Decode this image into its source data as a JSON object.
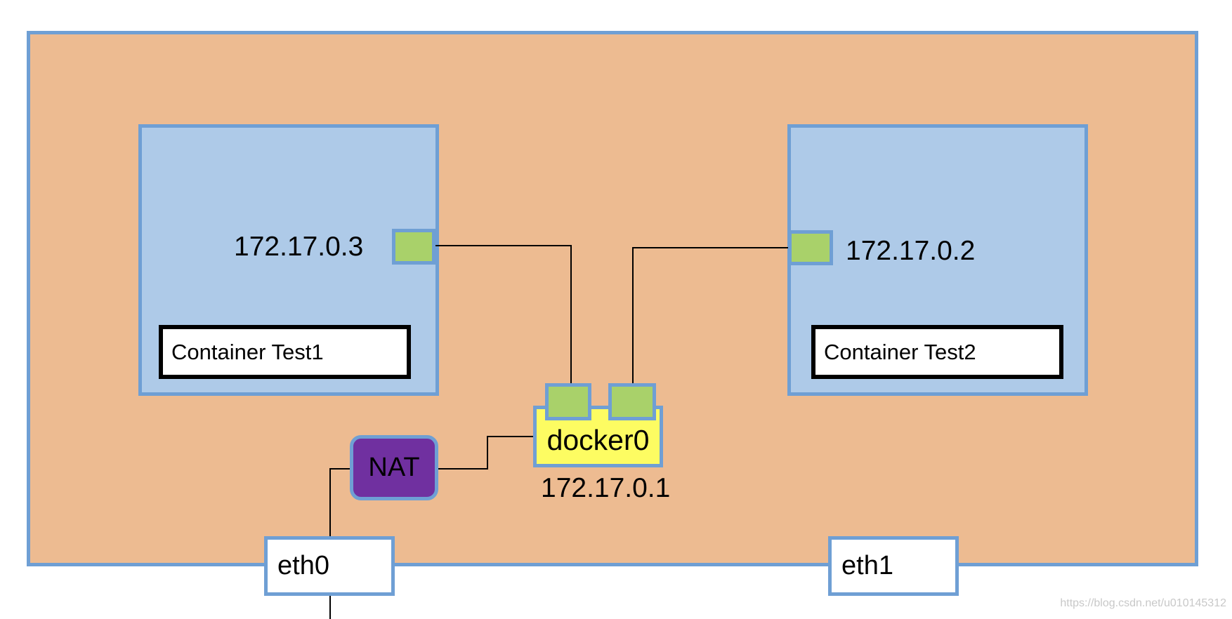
{
  "diagram": {
    "containers": [
      {
        "label": "Container Test1",
        "ip": "172.17.0.3"
      },
      {
        "label": "Container Test2",
        "ip": "172.17.0.2"
      }
    ],
    "bridge": {
      "label": "docker0",
      "ip": "172.17.0.1"
    },
    "nat": {
      "label": "NAT"
    },
    "interfaces": [
      {
        "label": "eth0"
      },
      {
        "label": "eth1"
      }
    ],
    "watermark": "https://blog.csdn.net/u010145312",
    "colors": {
      "host_background": "#edbb91",
      "container_background": "#aecae8",
      "border": "#6f9fd4",
      "port": "#a9d16a",
      "bridge": "#fdfc62",
      "nat": "#7030a0"
    }
  }
}
